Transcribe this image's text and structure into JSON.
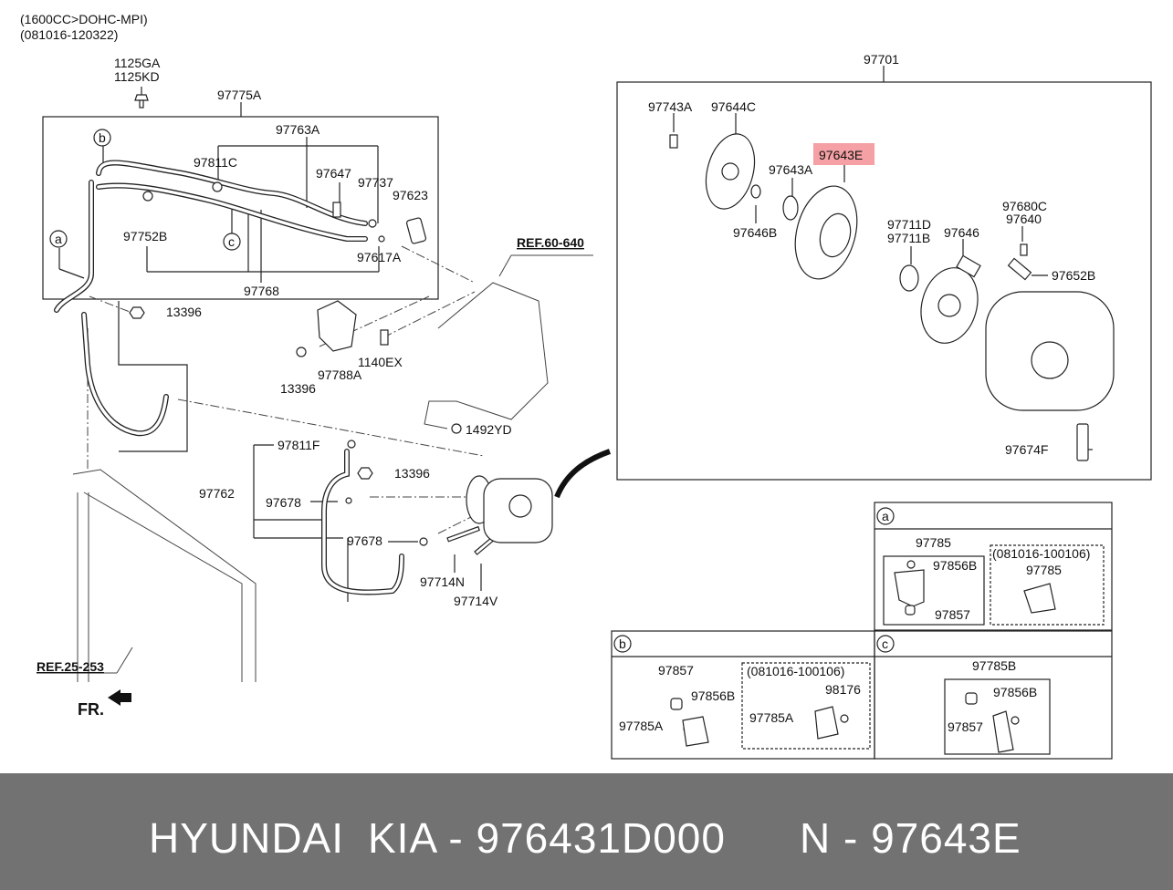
{
  "header": {
    "engine": "(1600CC>DOHC-MPI)",
    "period": "(081016-120322)"
  },
  "labels": {
    "p1125GA": "1125GA",
    "p1125KD": "1125KD",
    "p97775A": "97775A",
    "p97763A": "97763A",
    "p97811C": "97811C",
    "p97647": "97647",
    "p97737": "97737",
    "p97623": "97623",
    "p97752B": "97752B",
    "p97617A": "97617A",
    "p97768": "97768",
    "p13396a": "13396",
    "p97788A": "97788A",
    "p1140EX": "1140EX",
    "p13396b": "13396",
    "ref60": "REF.60-640",
    "p1492YD": "1492YD",
    "p97811F": "97811F",
    "p13396c": "13396",
    "p97762": "97762",
    "p97678a": "97678",
    "p97678b": "97678",
    "p97714N": "97714N",
    "p97714V": "97714V",
    "ref25": "REF.25-253",
    "fr": "FR.",
    "p97701": "97701",
    "p97743A": "97743A",
    "p97644C": "97644C",
    "p97643E": "97643E",
    "p97643A": "97643A",
    "p97646B": "97646B",
    "p97711D": "97711D",
    "p97711B": "97711B",
    "p97646": "97646",
    "p97680C": "97680C",
    "p97640": "97640",
    "p97652B": "97652B",
    "p97674F": "97674F"
  },
  "callouts": {
    "a": "a",
    "b": "b",
    "c": "c"
  },
  "detail_a": {
    "title": "a",
    "p97785": "97785",
    "p97856B": "97856B",
    "p97857": "97857",
    "variant": "(081016-100106)",
    "p97785v": "97785"
  },
  "detail_b": {
    "title": "b",
    "p97857": "97857",
    "p97856B": "97856B",
    "p97785A": "97785A",
    "variant": "(081016-100106)",
    "p98176": "98176",
    "p97785Av": "97785A"
  },
  "detail_c": {
    "title": "c",
    "p97785B": "97785B",
    "p97856B": "97856B",
    "p97857": "97857"
  },
  "highlight_color": "#f4a0a4",
  "footer": {
    "brand": "HYUNDAI",
    "part_number": "KIA - 976431D000",
    "ref": "N - 97643E"
  }
}
